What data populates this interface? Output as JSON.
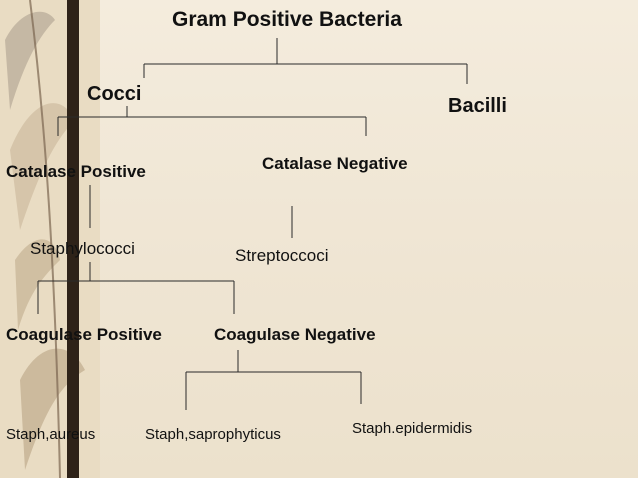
{
  "tree": {
    "root": "Gram Positive Bacteria",
    "cocci": "Cocci",
    "bacilli": "Bacilli",
    "catalase_positive": "Catalase Positive",
    "catalase_negative": "Catalase Negative",
    "staphylococci": "Staphylococci",
    "streptococci": "Streptoccoci",
    "coagulase_positive": "Coagulase Positive",
    "coagulase_negative": "Coagulase Negative",
    "staph_aureus": "Staph,aureus",
    "staph_saprophyticus": "Staph,saprophyticus",
    "staph_epidermidis": "Staph.epidermidis"
  },
  "colors": {
    "background": "#f0e7d6",
    "connector": "#2a2a2a",
    "border_strip": "#3a2a1a"
  }
}
